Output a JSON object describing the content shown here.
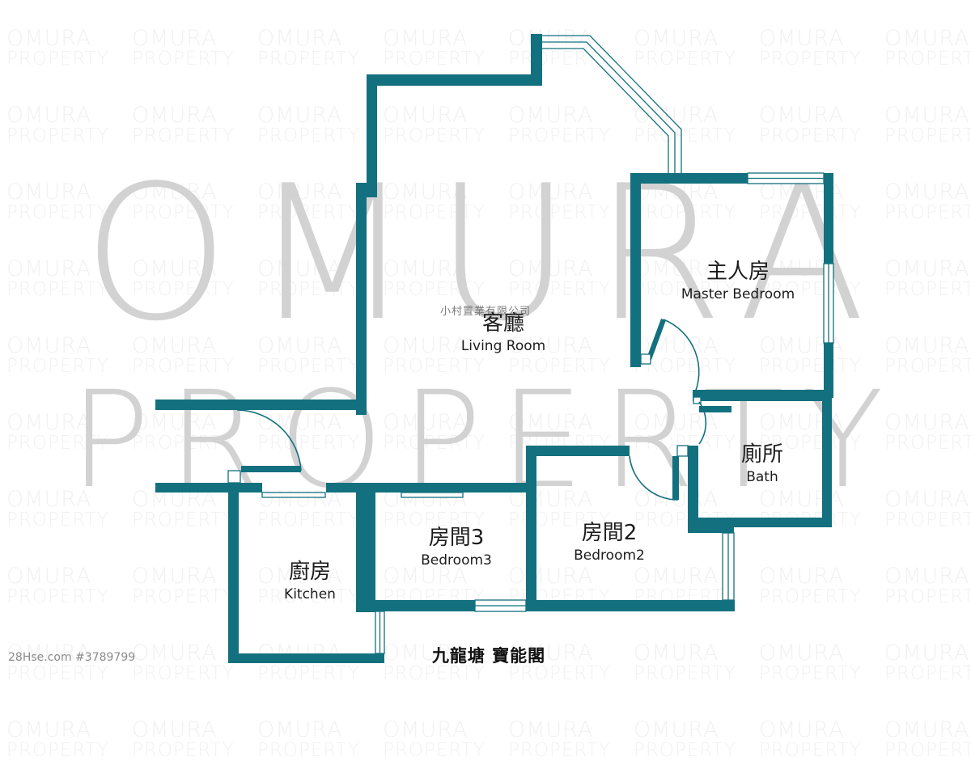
{
  "watermark": {
    "tile_line1": "OMURA",
    "tile_line2": "PROPERTY",
    "big_line1": "OMURA",
    "big_line2": "PROPERTY",
    "tile_color": "#f1f1f1",
    "big_color": "#d2d2d2"
  },
  "colors": {
    "wall": "#13707f",
    "text": "#1c1c1c"
  },
  "company_name": "小村置業有限公司",
  "property_title": "九龍塘 寶能閣",
  "listing_ref": "28Hse.com #3789799",
  "rooms": {
    "living": {
      "zh": "客廳",
      "en": "Living Room"
    },
    "master": {
      "zh": "主人房",
      "en": "Master Bedroom"
    },
    "bath": {
      "zh": "廁所",
      "en": "Bath"
    },
    "bedroom2": {
      "zh": "房間2",
      "en": "Bedroom2"
    },
    "bedroom3": {
      "zh": "房間3",
      "en": "Bedroom3"
    },
    "kitchen": {
      "zh": "廚房",
      "en": "Kitchen"
    }
  }
}
